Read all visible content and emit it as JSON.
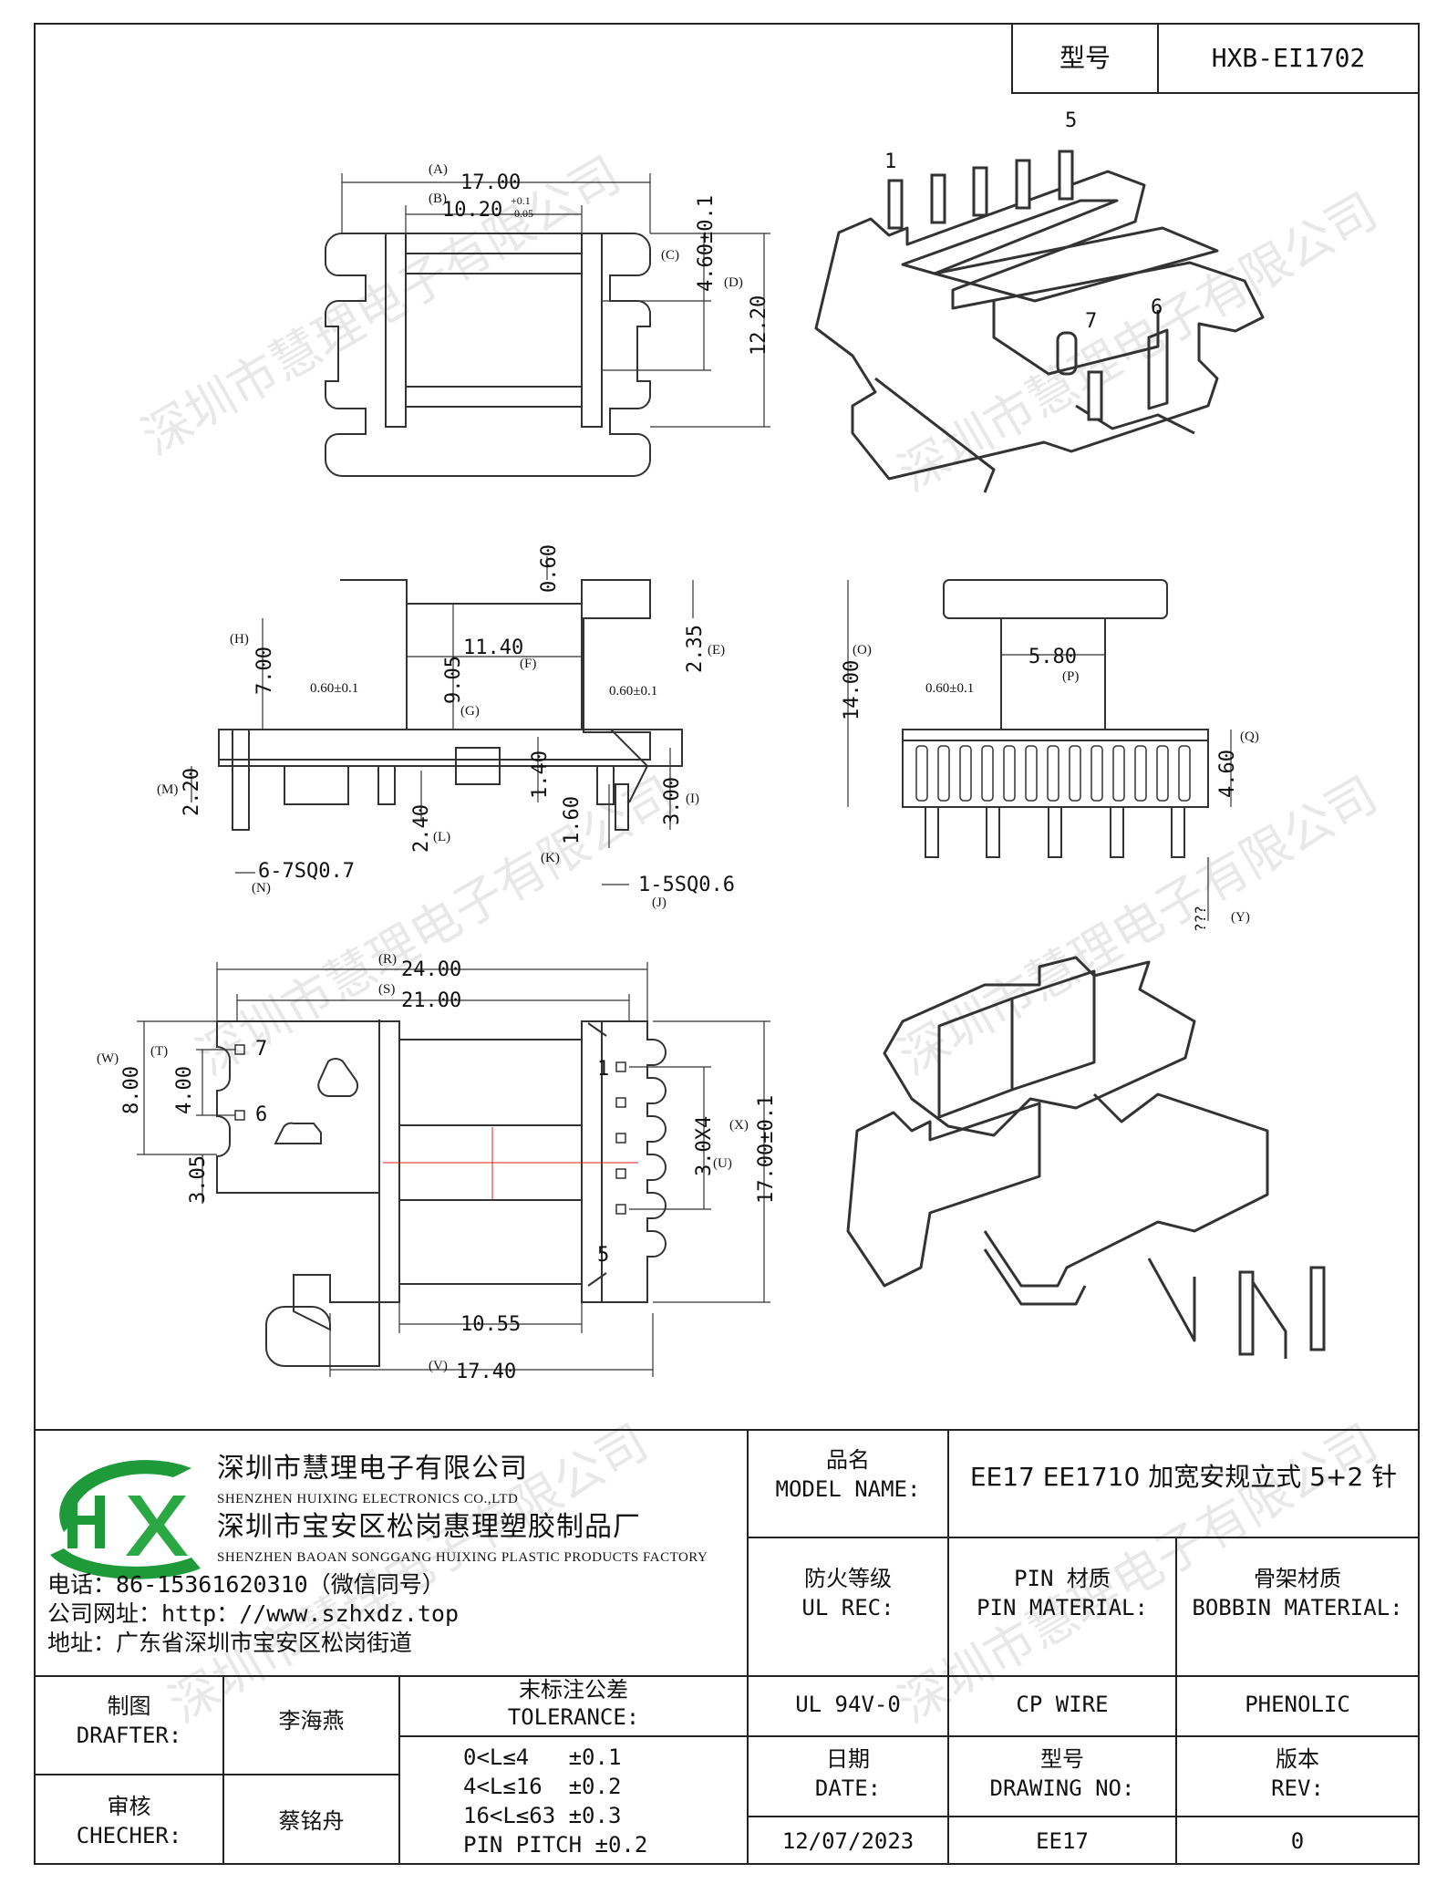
{
  "header": {
    "model_label": "型号",
    "model_value": "HXB-EI1702"
  },
  "watermark": {
    "text": "深圳市慧理电子有限公司"
  },
  "drawing": {
    "pin_numbers_iso": [
      "1",
      "5",
      "7",
      "6"
    ],
    "pin_numbers_bottom": [
      "7",
      "6",
      "1",
      "5"
    ],
    "dims": {
      "A": "17.00",
      "B": "10.20",
      "B_tol_upper": "+0.1",
      "B_tol_lower": "-0.05",
      "C": "4.60±0.1",
      "D": "12.20",
      "H": "7.00",
      "E": "2.35",
      "top_060": "0.60",
      "F": "11.40",
      "G": "9.05",
      "pin_w_left": "0.60±0.1",
      "pin_w_right": "0.60±0.1",
      "M": "2.20",
      "L": "2.40",
      "dim_140": "1.40",
      "K": "1.60",
      "I": "3.00",
      "N": "6-7SQ0.7",
      "J": "1-5SQ0.6",
      "O": "14.00",
      "P": "5.80",
      "pin_w_side": "0.60±0.1",
      "Q": "4.60",
      "Y": "???",
      "R": "24.00",
      "S": "21.00",
      "W": "8.00",
      "T": "4.00",
      "bottom_305": "3.05",
      "X": "17.00±0.1",
      "U": "3.0X4",
      "dim_1055": "10.55",
      "V": "17.40"
    },
    "letters": [
      "(A)",
      "(B)",
      "(C)",
      "(D)",
      "(H)",
      "(E)",
      "(F)",
      "(G)",
      "(M)",
      "(L)",
      "(K)",
      "(I)",
      "(N)",
      "(J)",
      "(O)",
      "(P)",
      "(Q)",
      "(Y)",
      "(R)",
      "(S)",
      "(W)",
      "(T)",
      "(X)",
      "(U)",
      "(V)"
    ]
  },
  "company": {
    "name_cn": "深圳市慧理电子有限公司",
    "name_en": "SHENZHEN HUIXING ELECTRONICS CO.,LTD",
    "factory_cn": "深圳市宝安区松岗惠理塑胶制品厂",
    "factory_en": "SHENZHEN BAOAN SONGGANG HUIXING PLASTIC PRODUCTS FACTORY",
    "phone": "电话：86-15361620310（微信同号）",
    "website": "公司网址：http：//www.szhxdz.top",
    "address": "地址：广东省深圳市宝安区松岗街道",
    "logo_letters": "HX"
  },
  "title_block": {
    "model_name_cn": "品名",
    "model_name_en": "MODEL NAME:",
    "model_name_value": "EE17 EE1710 加宽安规立式 5+2 针",
    "ul_cn": "防火等级",
    "ul_en": "UL REC:",
    "pin_mat_cn": "PIN 材质",
    "pin_mat_en": "PIN MATERIAL:",
    "bobbin_mat_cn": "骨架材质",
    "bobbin_mat_en": "BOBBIN MATERIAL:",
    "ul_value": "UL 94V-0",
    "pin_mat_value": "CP WIRE",
    "bobbin_mat_value": "PHENOLIC",
    "drafter_cn": "制图",
    "drafter_en": "DRAFTER:",
    "drafter_value": "李海燕",
    "checker_cn": "审核",
    "checker_en": "CHECHER:",
    "checker_value": "蔡铭舟",
    "tolerance_cn": "末标注公差",
    "tolerance_en": "TOLERANCE:",
    "tolerance_lines": [
      "0<L≤4   ±0.1",
      "4<L≤16  ±0.2",
      "16<L≤63 ±0.3",
      "PIN PITCH ±0.2"
    ],
    "date_cn": "日期",
    "date_en": "DATE:",
    "date_value": "12/07/2023",
    "drawing_no_cn": "型号",
    "drawing_no_en": "DRAWING NO:",
    "drawing_no_value": "EE17",
    "rev_cn": "版本",
    "rev_en": "REV:",
    "rev_value": "0"
  }
}
